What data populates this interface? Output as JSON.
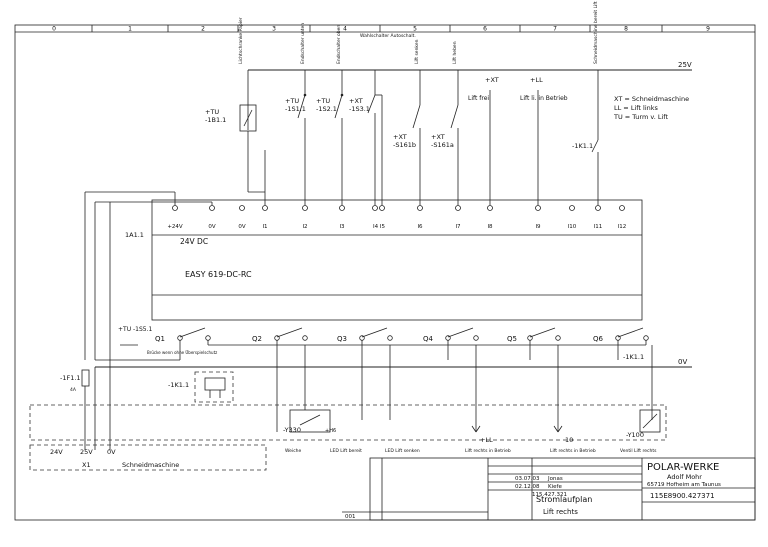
{
  "grid": {
    "columns": [
      "0",
      "1",
      "2",
      "3",
      "4",
      "5",
      "6",
      "7",
      "8",
      "9"
    ]
  },
  "rails": {
    "top": "25V",
    "bottom": "0V"
  },
  "legend": [
    "XT =  Schneidmaschine",
    "LL =  Lift links",
    "TU =  Turm v. Lift"
  ],
  "sensor_headers": [
    "Lichtschranke Papier",
    "Endschalter unten",
    "Endschalter oben",
    "Wahlschalter Autoschalt.",
    "Lift senken",
    "Lift heben",
    "Schneidmaschine bereit Lift"
  ],
  "inputs": {
    "b1": "-1B1.1",
    "b1_prefix": "+TU",
    "s1": "-1S1.1",
    "s1_prefix": "+TU",
    "s2": "-1S2.1",
    "s2_prefix": "+TU",
    "s3": "-1S3.1",
    "s3_prefix": "+XT",
    "s161b": "-S161b",
    "s161b_prefix": "+XT",
    "s161a": "-S161a",
    "s161a_prefix": "+XT",
    "lift_frei": "Lift frei",
    "lift_betrieb": "Lift li. in Betrieb",
    "xt_top": "+XT",
    "ll_top": "+LL",
    "k1_contact": "-1K1.1"
  },
  "controller": {
    "tag": "1A1.1",
    "supply": "24V DC",
    "model": "EASY 619-DC-RC",
    "terminals_top": [
      "+24V",
      "0V",
      "0V",
      "I1",
      "I2",
      "I3",
      "I4 I5",
      "I6",
      "I7",
      "I8",
      "I9",
      "I10",
      "I11",
      "I12"
    ],
    "outputs": [
      "Q1",
      "Q2",
      "Q3",
      "Q4",
      "Q5",
      "Q6"
    ]
  },
  "left_column": {
    "tu_s5": "+TU -1S5.1",
    "bridge_note": "Brücke wenn ohne Überspielschutz",
    "fuse": "-1F1.1",
    "fuse_rating": "4A",
    "relay": "-1K1.1",
    "v24": "24V",
    "v25": "25V",
    "v0": "0V",
    "x1": "X1",
    "machine": "Schneidmaschine"
  },
  "outputs_loads": {
    "y330": "-Y330",
    "h6": "+H6",
    "ll_out1": "+LL",
    "ll_out2": "10",
    "y100": "-Y100",
    "k1_out": "-1K1.1"
  },
  "bottom_labels": [
    "Weiche",
    "LED Lift bereit",
    "LED Lift senken",
    "Lift rechts in Betrieb",
    "Lift rechts in Betrieb",
    "Ventil Lift rechts"
  ],
  "title_block": {
    "company": "POLAR-WERKE",
    "owner": "Adolf Mohr",
    "address": "65719 Hofheim am Taunus",
    "doc_number": "115E8900.427371",
    "title": "Stromlaufplan",
    "subtitle": "Lift rechts",
    "sheet": "001",
    "date1": "03.07.03",
    "date2": "02.12.08",
    "name1": "Jonas",
    "name2": "Kiefe",
    "ref": "115.427.321"
  }
}
